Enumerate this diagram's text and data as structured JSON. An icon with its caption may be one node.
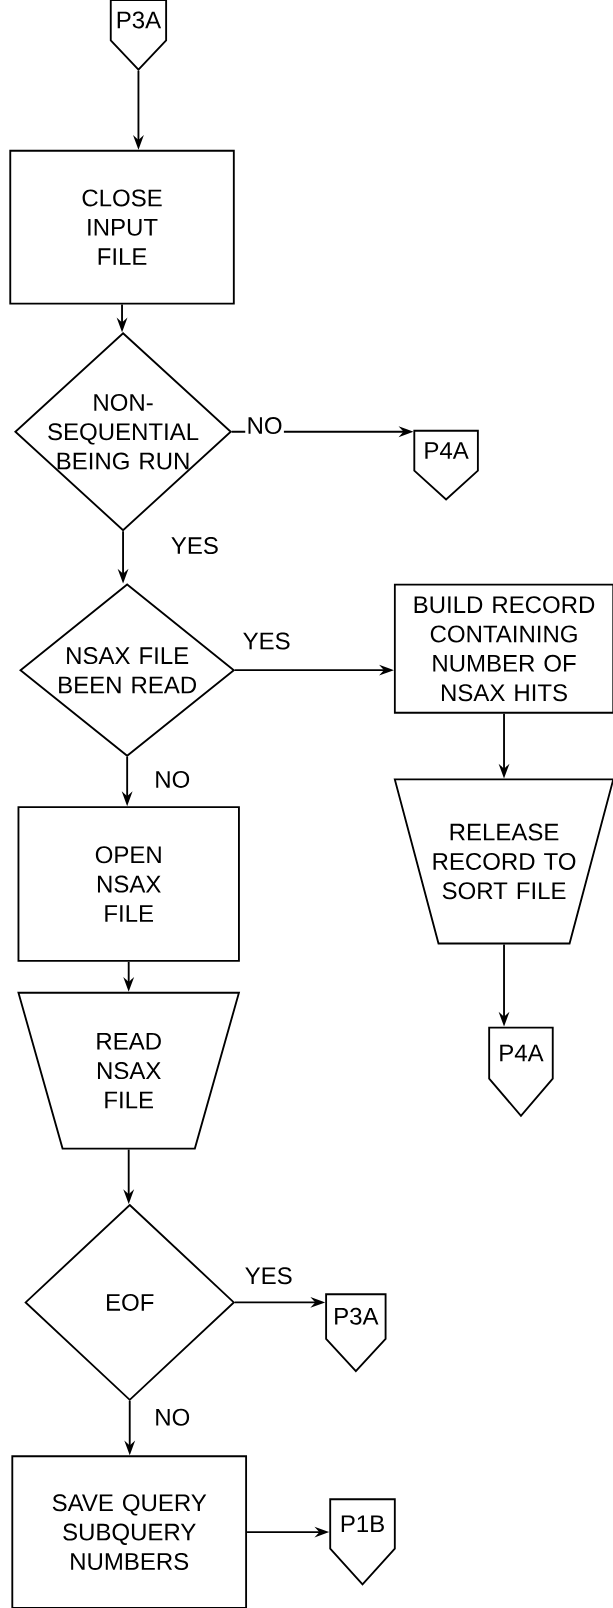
{
  "diagram": {
    "nodes": [
      {
        "text": [
          "P3A"
        ]
      },
      {
        "text": [
          "CLOSE INPUT FILE"
        ]
      },
      {
        "text": [
          "NON-SEQUENTIAL BEING RUN"
        ]
      },
      {
        "text": [
          "P4A"
        ]
      },
      {
        "text": [
          "NSAX FILE BEEN READ"
        ]
      },
      {
        "text": [
          "BUILD RECORD CONTAINING NUMBER OF NSAX HITS"
        ]
      },
      {
        "text": [
          "RELEASE RECORD TO SORT FILE"
        ]
      },
      {
        "text": [
          "P4A"
        ]
      },
      {
        "text": [
          "OPEN NSAX FILE"
        ]
      },
      {
        "text": [
          "READ NSAX FILE"
        ]
      },
      {
        "text": [
          "EOF"
        ]
      },
      {
        "text": [
          "P3A"
        ]
      },
      {
        "text": [
          "SAVE QUERY SUBQUERY NUMBERS"
        ]
      },
      {
        "text": [
          "P1B"
        ]
      }
    ],
    "edges": [
      {
        "from": 0,
        "to": 1,
        "arrow": "to"
      },
      {
        "from": 1,
        "to": 2,
        "arrow": "to"
      },
      {
        "from": 2,
        "to": 3,
        "arrow": "to",
        "label": "NO"
      },
      {
        "from": 2,
        "to": 4,
        "arrow": "to",
        "label": "YES"
      },
      {
        "from": 4,
        "to": 5,
        "arrow": "to",
        "label": "YES"
      },
      {
        "from": 5,
        "to": 6,
        "arrow": "to"
      },
      {
        "from": 6,
        "to": 7,
        "arrow": "to"
      },
      {
        "from": 4,
        "to": 8,
        "arrow": "to",
        "label": "NO"
      },
      {
        "from": 8,
        "to": 9,
        "arrow": "to"
      },
      {
        "from": 9,
        "to": 10,
        "arrow": "to"
      },
      {
        "from": 10,
        "to": 11,
        "arrow": "to",
        "label": "YES"
      },
      {
        "from": 10,
        "to": 12,
        "arrow": "to",
        "label": "NO"
      },
      {
        "from": 12,
        "to": 13,
        "arrow": "to"
      }
    ]
  }
}
